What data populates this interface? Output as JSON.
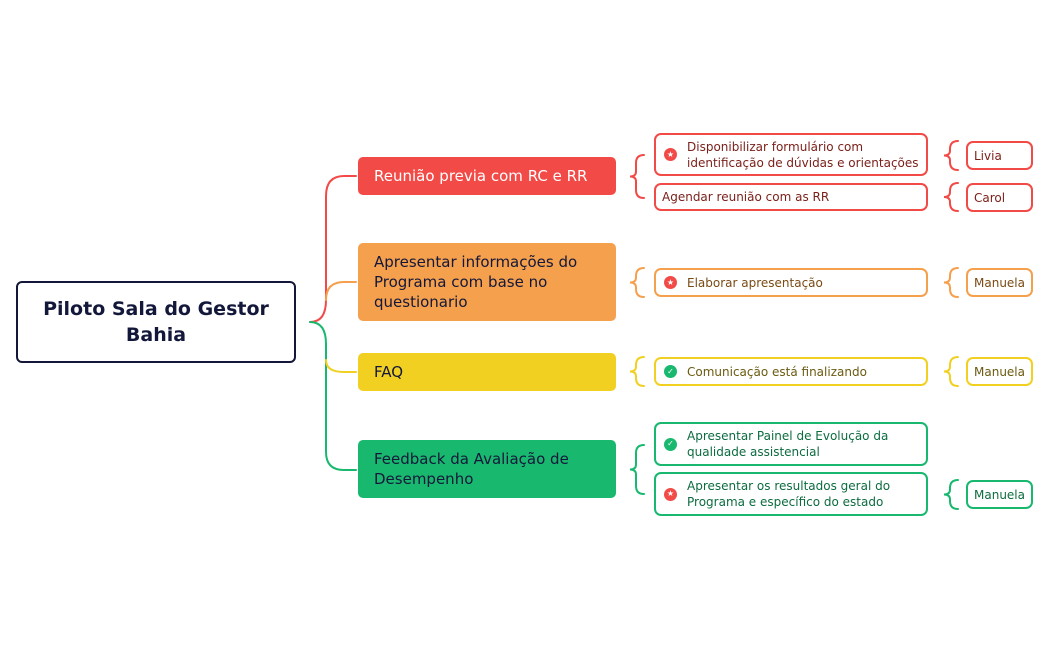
{
  "root": {
    "label": "Piloto Sala do Gestor Bahia"
  },
  "colors": {
    "red": "#f24a46",
    "orange": "#f5a04d",
    "yellow": "#f2d022",
    "green": "#19b86f",
    "dark": "#13183a"
  },
  "branches": [
    {
      "label": "Reunião previa com RC e RR",
      "subtopics": [
        {
          "label": "Disponibilizar formulário com identificação de dúvidas e orientações",
          "icon": "star-badge-icon"
        },
        {
          "label": "Agendar reunião com as RR"
        }
      ],
      "assignees": [
        "Livia",
        "Carol"
      ]
    },
    {
      "label": "Apresentar informações do Programa com base no questionario",
      "subtopics": [
        {
          "label": "Elaborar apresentação",
          "icon": "star-badge-icon"
        }
      ],
      "assignees": [
        "Manuela"
      ]
    },
    {
      "label": "FAQ",
      "subtopics": [
        {
          "label": "Comunicação está finalizando",
          "icon": "check-badge-icon"
        }
      ],
      "assignees": [
        "Manuela"
      ]
    },
    {
      "label": "Feedback da Avaliação de Desempenho",
      "subtopics": [
        {
          "label": "Apresentar Painel de Evolução da qualidade assistencial",
          "icon": "check-badge-icon"
        },
        {
          "label": "Apresentar os resultados geral do Programa e específico do estado",
          "icon": "star-badge-icon"
        }
      ],
      "assignees": [
        "Manuela"
      ]
    }
  ]
}
